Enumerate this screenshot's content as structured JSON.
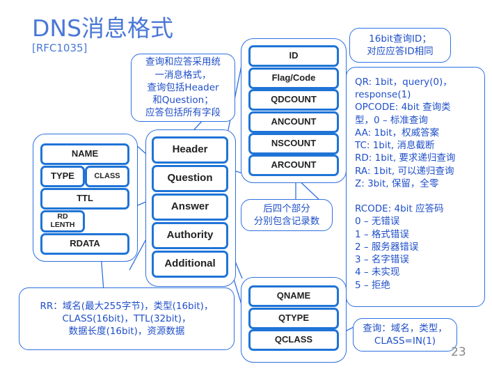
{
  "title": "DNS消息格式",
  "subtitle": "[RFC1035]",
  "page_number": "23",
  "message_sections": [
    "Header",
    "Question",
    "Answer",
    "Authority",
    "Additional"
  ],
  "header_fields": [
    "ID",
    "Flag/Code",
    "QDCOUNT",
    "ANCOUNT",
    "NSCOUNT",
    "ARCOUNT"
  ],
  "question_fields": [
    "QNAME",
    "QTYPE",
    "QCLASS"
  ],
  "rr_fields": {
    "name": "NAME",
    "type": "TYPE",
    "class": "CLASS",
    "ttl": "TTL",
    "rdlength": "RD\nLENTH",
    "rdata": "RDATA"
  },
  "notes": {
    "unified": "查询和应答采用统\n一消息格式，\n查询包括Header\n和Question；\n应答包括所有字段",
    "id": "16bit查询ID；\n对应应答ID相同",
    "flags": "QR: 1bit，query(0)，\nresponse(1)\nOPCODE: 4bit 查询类\n型，0 – 标准查询\nAA: 1bit，权威答案\nTC:  1bit, 消息截断\nRD: 1bit, 要求递归查询\nRA: 1bit, 可以递归查询\nZ: 3bit, 保留，全零\n\nRCODE: 4bit 应答码\n0 – 无错误\n1 – 格式错误\n2 – 服务器错误\n3 – 名字错误\n4 – 未实现\n5 – 拒绝",
    "counts": "后四个部分\n分别包含记录数",
    "rr": "RR：域名(最大255字节)，类型(16bit)，\nCLASS(16bit)，TTL(32bit)，\n数据长度(16bit)，资源数据",
    "query": "查询：域名，类型，\nCLASS=IN(1)"
  },
  "colors": {
    "accent": "#4a78d6",
    "field_border": "#1f74d6",
    "note_text": "#1f4fc8",
    "line": "#2e6fe0"
  }
}
